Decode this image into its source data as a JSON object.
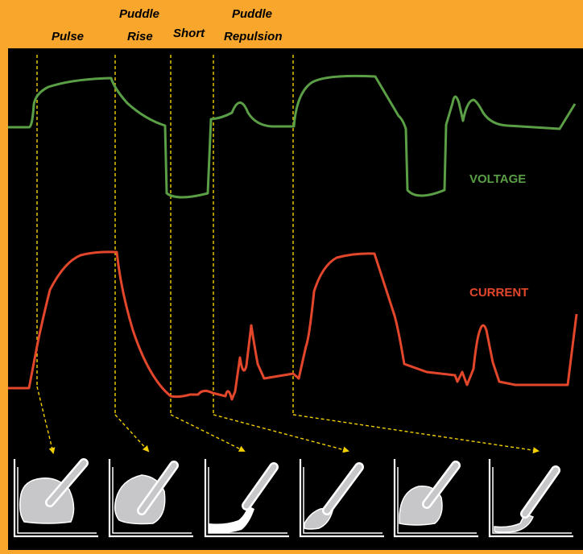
{
  "phase_labels": {
    "pulse": "Pulse",
    "puddle_rise_1": "Puddle",
    "puddle_rise_2": "Rise",
    "short": "Short",
    "puddle_repulsion_1": "Puddle",
    "puddle_repulsion_2": "Repulsion"
  },
  "traces": {
    "voltage": {
      "label": "VOLTAGE",
      "color": "#5A9E45"
    },
    "current": {
      "label": "CURRENT",
      "color": "#E2462B"
    }
  },
  "colors": {
    "background": "#F9A62C",
    "panel": "#000000",
    "guide": "#F2D000",
    "sketch_white": "#FFFFFF",
    "puddle_gray": "#C7C7CA"
  }
}
